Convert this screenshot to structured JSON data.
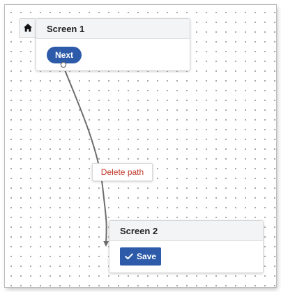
{
  "screens": [
    {
      "title": "Screen 1",
      "is_start": true,
      "button_label": "Next",
      "button_icon": ""
    },
    {
      "title": "Screen 2",
      "is_start": false,
      "button_label": "Save",
      "button_icon": "check-icon"
    }
  ],
  "path_menu": {
    "delete_label": "Delete path"
  },
  "colors": {
    "primary_button": "#2d5ba9",
    "delete_text": "#c0392b",
    "connector": "#6e6e6e",
    "header_bg": "#f3f4f6"
  },
  "icons": {
    "start_marker": "home-icon",
    "save_button": "check-icon"
  }
}
